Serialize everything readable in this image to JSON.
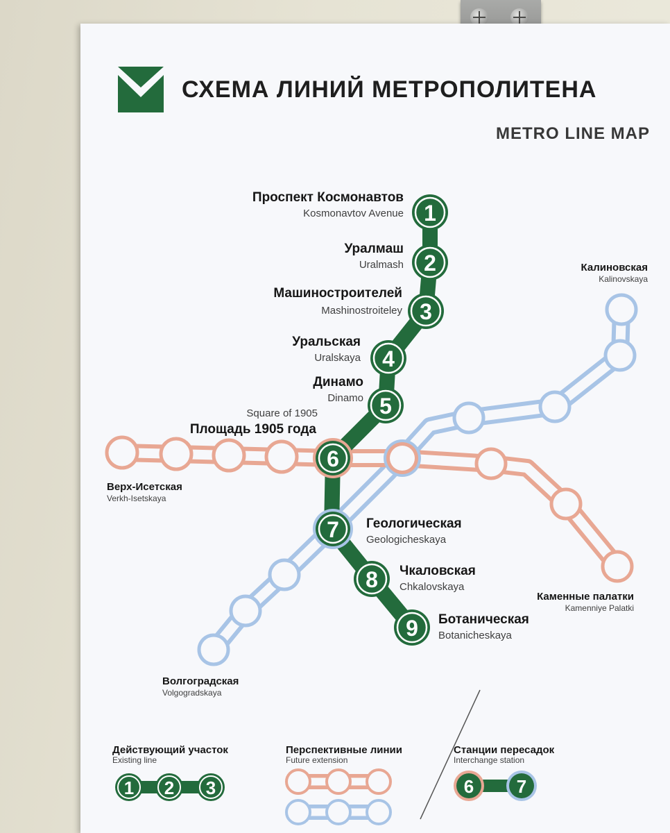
{
  "header": {
    "title_ru": "СХЕМА ЛИНИЙ МЕТРОПОЛИТЕНА",
    "title_en": "METRO LINE MAP"
  },
  "colors": {
    "existing": "#236b3c",
    "future_red": "#e8a793",
    "future_blue": "#a8c4e6",
    "text": "#161616"
  },
  "stations": {
    "s1": {
      "number": "1",
      "name_ru": "Проспект Космонавтов",
      "name_en": "Kosmonavtov Avenue"
    },
    "s2": {
      "number": "2",
      "name_ru": "Уралмаш",
      "name_en": "Uralmash"
    },
    "s3": {
      "number": "3",
      "name_ru": "Машиностроителей",
      "name_en": "Mashinostroiteley"
    },
    "s4": {
      "number": "4",
      "name_ru": "Уральская",
      "name_en": "Uralskaya"
    },
    "s5": {
      "number": "5",
      "name_ru": "Динамо",
      "name_en": "Dinamo"
    },
    "s6": {
      "number": "6",
      "name_ru": "Площадь 1905 года",
      "name_en": "Square of 1905"
    },
    "s7": {
      "number": "7",
      "name_ru": "Геологическая",
      "name_en": "Geologicheskaya"
    },
    "s8": {
      "number": "8",
      "name_ru": "Чкаловская",
      "name_en": "Chkalovskaya"
    },
    "s9": {
      "number": "9",
      "name_ru": "Ботаническая",
      "name_en": "Botanicheskaya"
    }
  },
  "future_stations": {
    "kalinovskaya": {
      "name_ru": "Калиновская",
      "name_en": "Kalinovskaya"
    },
    "verkh": {
      "name_ru": "Верх-Исетская",
      "name_en": "Verkh-Isetskaya"
    },
    "kamennye": {
      "name_ru": "Каменные палатки",
      "name_en": "Kamenniye Palatki"
    },
    "volgograd": {
      "name_ru": "Волгоградская",
      "name_en": "Volgogradskaya"
    }
  },
  "legend": {
    "existing": {
      "label_ru": "Действующий участок",
      "label_en": "Existing line",
      "numbers": [
        "1",
        "2",
        "3"
      ]
    },
    "future": {
      "label_ru": "Перспективные линии",
      "label_en": "Future extension"
    },
    "interchange": {
      "label_ru": "Станции пересадок",
      "label_en": "Interchange station",
      "numbers": [
        "6",
        "7"
      ]
    }
  }
}
